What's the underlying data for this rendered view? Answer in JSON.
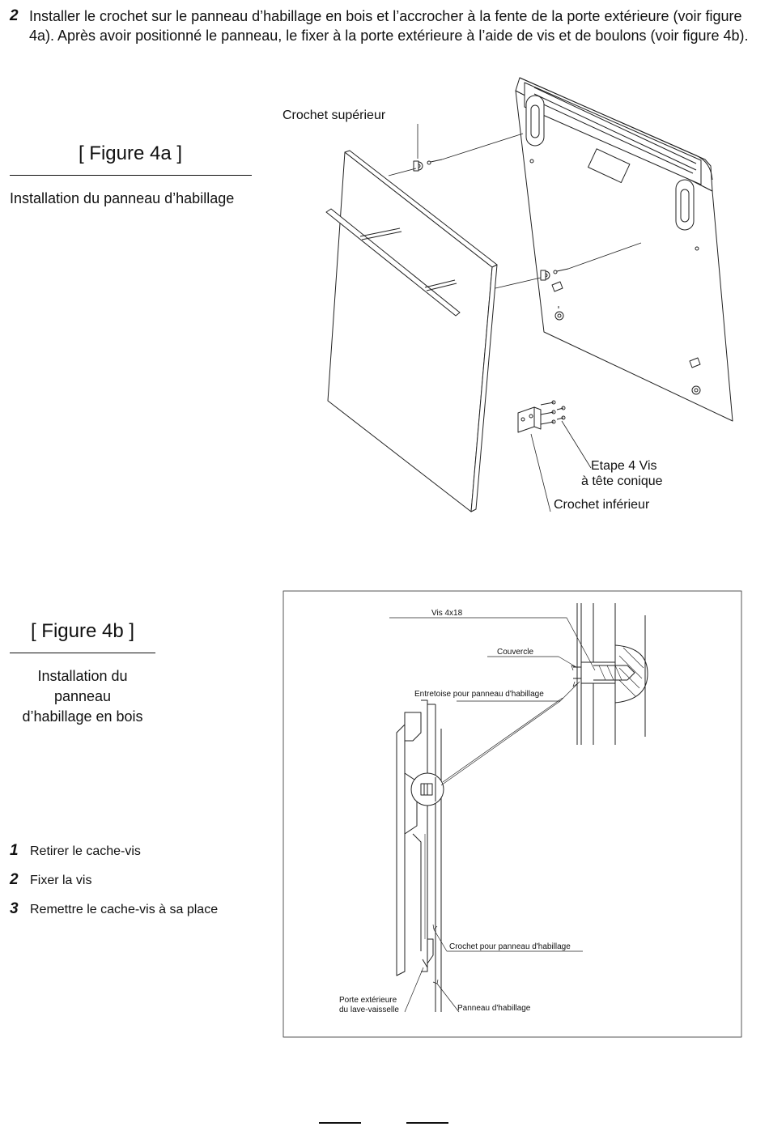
{
  "intro": {
    "step_number": "2",
    "text": "Installer le crochet sur le panneau d’habillage en bois et l’accrocher à la fente de la porte extérieure (voir figure 4a). Après avoir positionné le panneau, le fixer à la porte extérieure à l’aide de vis et de boulons (voir figure 4b)."
  },
  "figure_4a": {
    "title": "[ Figure 4a ]",
    "caption": "Installation du panneau d’habillage",
    "labels": {
      "top_hook": "Crochet supérieur",
      "screws_line1": "Etape 4 Vis",
      "screws_line2": "à tête conique",
      "bottom_hook": "Crochet inférieur"
    }
  },
  "figure_4b": {
    "title": "[ Figure 4b ]",
    "caption_line1": "Installation du panneau",
    "caption_line2": "d’habillage en bois",
    "labels": {
      "screw": "Vis 4x18",
      "cover": "Couvercle",
      "spacer": "Entretoise pour panneau d'habillage",
      "hook": "Crochet pour panneau d'habillage",
      "outer_door_line1": "Porte extérieure",
      "outer_door_line2": "du lave-vaisselle",
      "panel": "Panneau d'habillage"
    }
  },
  "steps": [
    {
      "number": "1",
      "text": "Retirer le cache-vis"
    },
    {
      "number": "2",
      "text": "Fixer la vis"
    },
    {
      "number": "3",
      "text": "Remettre le cache-vis à sa place"
    }
  ]
}
